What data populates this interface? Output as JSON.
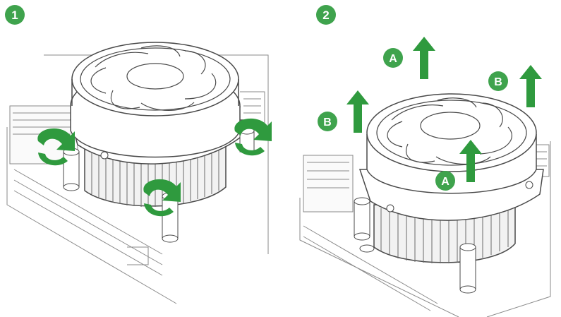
{
  "colors": {
    "accent_green": "#3fa34d",
    "arrow_green": "#2f9a3e",
    "line": "#4a4a4a",
    "light_line": "#9a9a9a",
    "fill_light": "#ffffff"
  },
  "steps": [
    {
      "number": "1"
    },
    {
      "number": "2"
    }
  ],
  "step2": {
    "labels": {
      "a_top": "A",
      "b_right": "B",
      "b_left": "B",
      "a_center": "A"
    }
  },
  "icons": {
    "rotate": "rotate-arrow-icon",
    "lift": "up-arrow-icon"
  }
}
